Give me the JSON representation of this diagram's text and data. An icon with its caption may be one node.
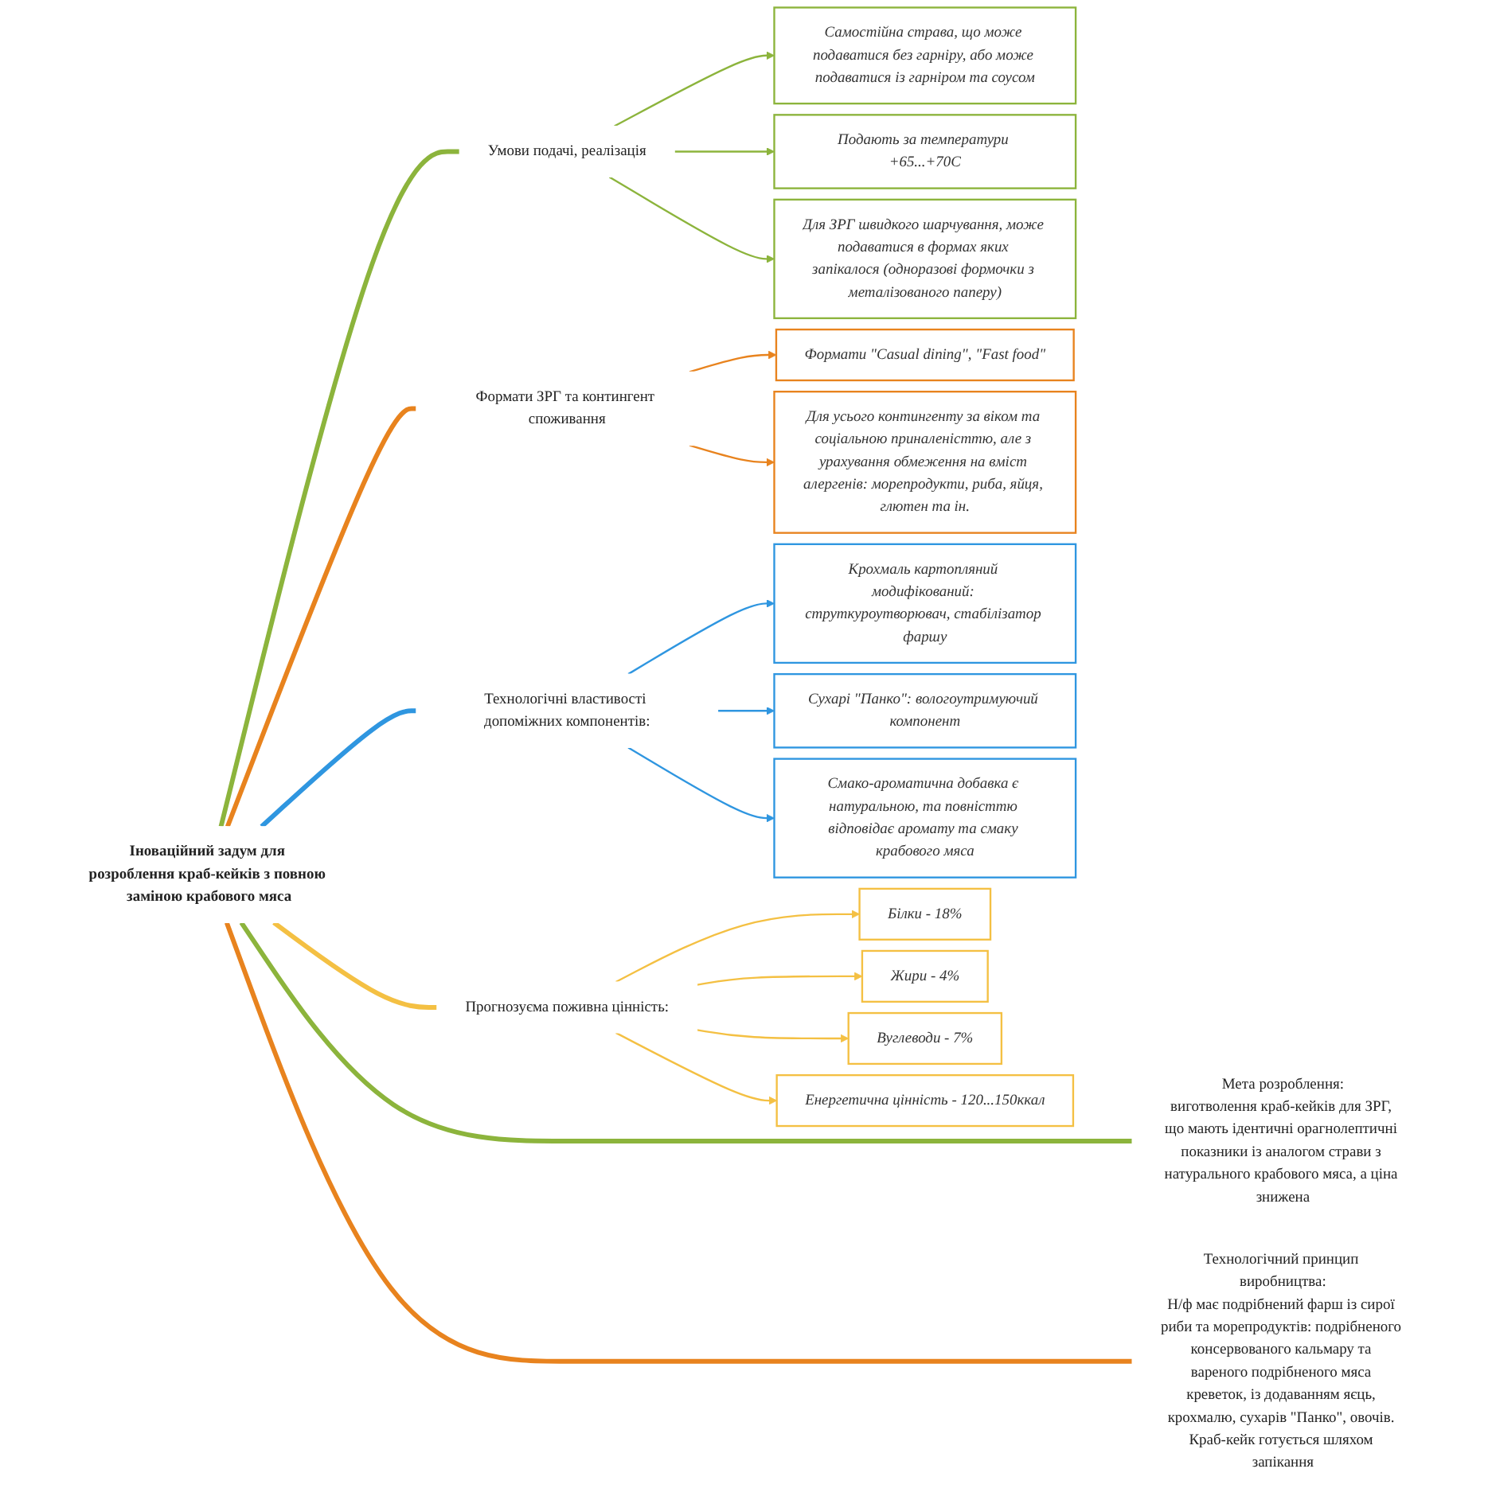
{
  "diagram": {
    "nodes": [
      {
        "text": [
          "Іноваційний задум для розроблення краб-кейків з повною заміною крабового мяса"
        ]
      },
      {
        "text": [
          "Мета розроблення:",
          "виготволення краб-кейків для ЗРГ, що мають ідентичні орагнолептичні показники із аналогом страви з натурального крабового мяса, а ціна знижена"
        ]
      },
      {
        "text": [
          "Умови подачі, реалізація"
        ]
      },
      {
        "text": [
          "Самостійна страва, що може подаватися без гарніру, або може подаватися із гарніром та соусом"
        ]
      },
      {
        "text": [
          "Подають за температури +65...+70С"
        ]
      },
      {
        "text": [
          "Для ЗРГ швидкого шарчування, може подаватися в формах яких запікалося (одноразові формочки з металізованого паперу)"
        ]
      },
      {
        "text": [
          "Технологічний принцип виробництва:",
          "Н/ф має подрібнений фарш із сирої риби та морепродуктів: подрібненого консервованого кальмару та вареного подрібненого мяса креветок, із додаванням яєць, крохмалю, сухарів \"Панко\", овочів. Краб-кейк готується шляхом запікання"
        ]
      },
      {
        "text": [
          "Формати ЗРГ та контингент споживання"
        ]
      },
      {
        "text": [
          "Формати \"Casual dining\", \"Fast food\""
        ]
      },
      {
        "text": [
          "Для усього контингенту за віком та соціальною приналеністтю, але з урахування обмеження на вміст алергенів: морепродукти, риба, яйця, глютен та ін."
        ]
      },
      {
        "text": [
          "Технологічні властивості допоміжних компонентів:"
        ]
      },
      {
        "text": [
          "Крохмаль картопляний модифікований: струткуроутворювач, стабілізатор фаршу"
        ]
      },
      {
        "text": [
          "Сухарі \"Панко\": вологоутримуючий компонент"
        ]
      },
      {
        "text": [
          "Смако-ароматична добавка є натуральною, та повністтю відповідає аромату та смаку крабового мяса"
        ]
      },
      {
        "text": [
          "Прогнозуєма поживна цінність:"
        ]
      },
      {
        "text": [
          "Білки - 18%"
        ]
      },
      {
        "text": [
          "Жири - 4%"
        ]
      },
      {
        "text": [
          "Вуглеводи - 7%"
        ]
      },
      {
        "text": [
          "Енергетична цінність - 120...150ккал"
        ]
      }
    ],
    "edges": [
      {
        "from": 0,
        "to": 1,
        "arrow": "none",
        "style": "thick",
        "color": "#8cb43c"
      },
      {
        "from": 0,
        "to": 2,
        "arrow": "none",
        "style": "thick",
        "color": "#8cb43c"
      },
      {
        "from": 2,
        "to": 3,
        "arrow": "to",
        "color": "#8cb43c"
      },
      {
        "from": 2,
        "to": 4,
        "arrow": "to",
        "color": "#8cb43c"
      },
      {
        "from": 2,
        "to": 5,
        "arrow": "to",
        "color": "#8cb43c"
      },
      {
        "from": 0,
        "to": 6,
        "arrow": "none",
        "style": "thick",
        "color": "#e8831e"
      },
      {
        "from": 0,
        "to": 7,
        "arrow": "none",
        "style": "thick",
        "color": "#e8831e"
      },
      {
        "from": 7,
        "to": 8,
        "arrow": "to",
        "color": "#e8831e"
      },
      {
        "from": 7,
        "to": 9,
        "arrow": "to",
        "color": "#e8831e"
      },
      {
        "from": 0,
        "to": 10,
        "arrow": "none",
        "style": "thick",
        "color": "#2f96e0"
      },
      {
        "from": 10,
        "to": 11,
        "arrow": "to",
        "color": "#2f96e0"
      },
      {
        "from": 10,
        "to": 12,
        "arrow": "to",
        "color": "#2f96e0"
      },
      {
        "from": 10,
        "to": 13,
        "arrow": "to",
        "color": "#2f96e0"
      },
      {
        "from": 0,
        "to": 14,
        "arrow": "none",
        "style": "thick",
        "color": "#f4c043"
      },
      {
        "from": 14,
        "to": 15,
        "arrow": "to",
        "color": "#f4c043"
      },
      {
        "from": 14,
        "to": 16,
        "arrow": "to",
        "color": "#f4c043"
      },
      {
        "from": 14,
        "to": 17,
        "arrow": "to",
        "color": "#f4c043"
      },
      {
        "from": 14,
        "to": 18,
        "arrow": "to",
        "color": "#f4c043"
      }
    ]
  }
}
